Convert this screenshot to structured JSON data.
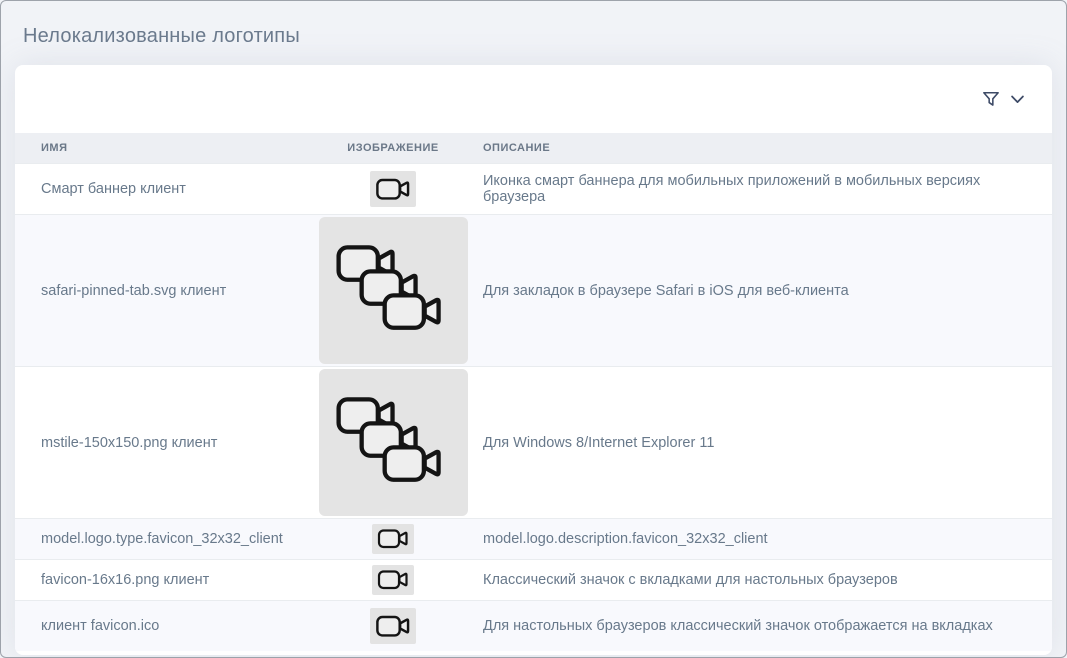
{
  "page": {
    "title": "Нелокализованные логотипы"
  },
  "toolbar": {
    "filter_icon": "funnel-icon",
    "expand_icon": "chevron-down-icon"
  },
  "table": {
    "columns": [
      {
        "key": "name",
        "label": "ИМЯ"
      },
      {
        "key": "image",
        "label": "ИЗОБРАЖЕНИЕ"
      },
      {
        "key": "description",
        "label": "ОПИСАНИЕ"
      }
    ],
    "rows": [
      {
        "name": "Смарт баннер клиент",
        "image_icon": "video-camera-icon",
        "image_size": "small",
        "description": "Иконка смарт баннера для мобильных приложений в мобильных версиях браузера"
      },
      {
        "name": "safari-pinned-tab.svg клиент",
        "image_icon": "video-cameras-stacked-icon",
        "image_size": "large",
        "description": "Для закладок в браузере Safari в iOS для веб-клиента"
      },
      {
        "name": "mstile-150x150.png клиент",
        "image_icon": "video-cameras-stacked-icon",
        "image_size": "large",
        "description": "Для Windows 8/Internet Explorer 11"
      },
      {
        "name": "model.logo.type.favicon_32x32_client",
        "image_icon": "video-camera-icon",
        "image_size": "small",
        "description": "model.logo.description.favicon_32x32_client"
      },
      {
        "name": "favicon-16x16.png клиент",
        "image_icon": "video-camera-icon",
        "image_size": "small",
        "description": "Классический значок с вкладками для настольных браузеров"
      },
      {
        "name": "клиент favicon.ico",
        "image_icon": "video-camera-icon",
        "image_size": "small",
        "description": "Для настольных браузеров классический значок отображается на вкладках"
      }
    ]
  },
  "colors": {
    "page_background": "#f1f3f7",
    "card_background": "#ffffff",
    "table_header_background": "#edeff3",
    "row_stripe": "#f8f9fd",
    "row_divider": "#e9ecef",
    "text": "#68798b",
    "title_text": "#6b7a8d",
    "icon_stroke": "#3d4a66",
    "image_chip_background": "#e3e3e3"
  }
}
